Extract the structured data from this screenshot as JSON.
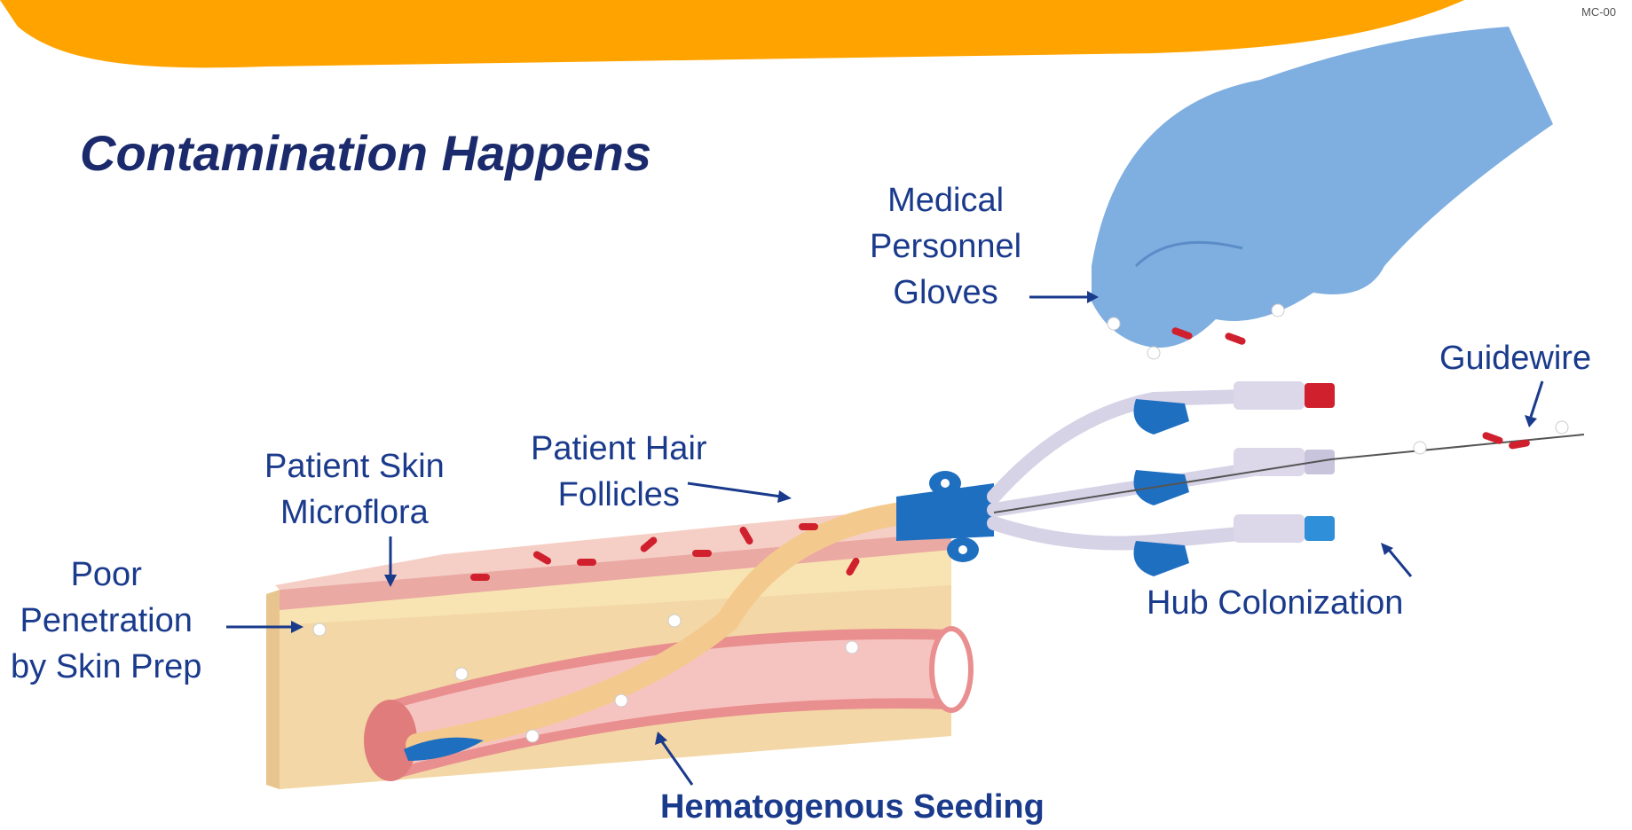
{
  "code": "MC-00",
  "title": "Contamination Happens",
  "labels": {
    "gloves": [
      "Medical",
      "Personnel",
      "Gloves"
    ],
    "guidewire": "Guidewire",
    "hair": [
      "Patient Hair",
      "Follicles"
    ],
    "skin": [
      "Patient Skin",
      "Microflora"
    ],
    "prep": [
      "Poor",
      "Penetration",
      "by Skin Prep"
    ],
    "hub": "Hub Colonization",
    "seeding": "Hematogenous Seeding"
  },
  "colors": {
    "banner": "#FFA300",
    "text": "#1A3A8C",
    "glove": "#7FAEE0",
    "catheter_hub": "#1F6FC1",
    "bacteria_red": "#D0202E",
    "skin_pink": "#F5CFC6",
    "fat_yellow": "#F8E3B2",
    "vessel_red": "#E98F8F"
  }
}
